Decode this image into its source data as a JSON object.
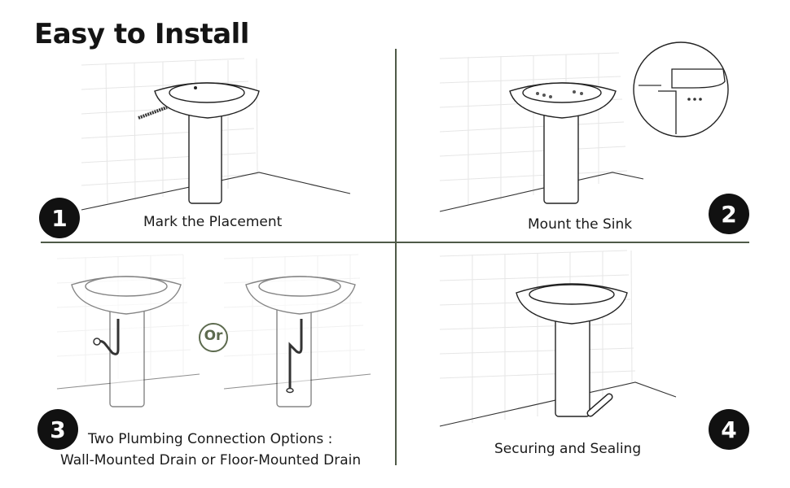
{
  "title": "Easy to Install",
  "steps": [
    {
      "number": "1",
      "caption": "Mark the Placement"
    },
    {
      "number": "2",
      "caption": "Mount the Sink"
    },
    {
      "number": "3",
      "caption_line1": "Two Plumbing Connection Options :",
      "caption_line2": "Wall-Mounted Drain or  Floor-Mounted Drain"
    },
    {
      "number": "4",
      "caption": "Securing and Sealing"
    }
  ],
  "or_label": "Or",
  "colors": {
    "divider": "#4f5a48",
    "badge": "#111111",
    "or_accent": "#5d6b4f"
  }
}
